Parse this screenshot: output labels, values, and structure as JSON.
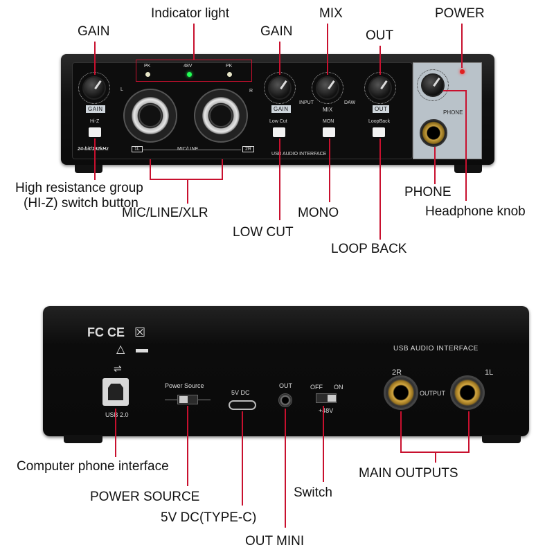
{
  "front": {
    "callouts": {
      "indicator_light": "Indicator light",
      "power": "POWER",
      "gain_left": "GAIN",
      "mix": "MIX",
      "gain_right": "GAIN",
      "out": "OUT",
      "hiz_line1": "High resistance group",
      "hiz_line2": "(HI-Z) switch button",
      "mic_line_xlr": "MIC/LINE/XLR",
      "low_cut": "LOW CUT",
      "mono": "MONO",
      "loop_back": "LOOP BACK",
      "phone": "PHONE",
      "headphone_knob": "Headphone knob"
    },
    "panel": {
      "pk_left": "PK",
      "v48": "48V",
      "pk_right": "PK",
      "gain_tag_left": "GAIN",
      "gain_tag_right": "GAIN",
      "mix_tag": "MIX",
      "out_tag": "OUT",
      "l": "L",
      "r": "R",
      "input": "INPUT",
      "daw": "DAW",
      "hiz": "Hi-Z",
      "low_cut_btn": "Low Cut",
      "mon_btn": "MON",
      "loopback_btn": "LoopBack",
      "bitrate": "24-bit/192kHz",
      "ch1": "1L",
      "mic_line": "MIC/LINE",
      "ch2": "2R",
      "usb_audio_interface": "USB AUDIO INTERFACE",
      "phone": "PHONE"
    }
  },
  "rear": {
    "callouts": {
      "computer_phone_interface": "Computer phone interface",
      "power_source": "POWER SOURCE",
      "dc_type_c": "5V DC(TYPE-C)",
      "switch": "Switch",
      "out_mini": "OUT MINI",
      "main_outputs": "MAIN OUTPUTS"
    },
    "panel": {
      "cert": "FC CE",
      "usb_audio_interface": "USB AUDIO INTERFACE",
      "power_source": "Power Source",
      "dc": "5V DC",
      "out": "OUT",
      "off": "OFF",
      "on": "ON",
      "p48v": "+48V",
      "usb20": "USB 2.0",
      "ch2r": "2R",
      "output": "OUTPUT",
      "ch1l": "1L"
    }
  },
  "colors": {
    "leader_line": "#c8102e",
    "device_body": "#0d0d0d",
    "phone_panel": "#b9c2c9",
    "led_48v": "#22ff55",
    "led_power": "#e02020",
    "jack_gold": "#d4a841"
  }
}
